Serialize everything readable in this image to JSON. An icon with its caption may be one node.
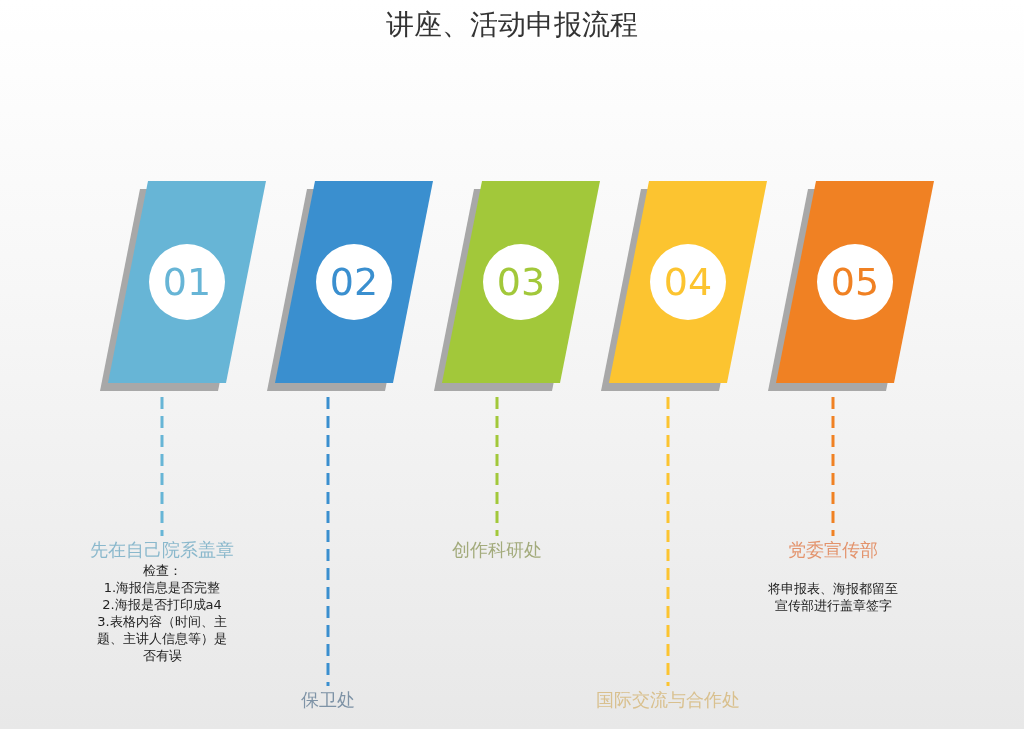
{
  "diagram": {
    "title": "讲座、活动申报流程",
    "nodes": [
      {
        "text": [
          "01"
        ]
      },
      {
        "text": [
          "02"
        ]
      },
      {
        "text": [
          "03"
        ]
      },
      {
        "text": [
          "04"
        ]
      },
      {
        "text": [
          "05"
        ]
      },
      {
        "text": [
          "先在自己院系盖章"
        ],
        "beside": [
          "检查：",
          "1.海报信息是否完整",
          "2.海报是否打印成a4",
          "3.表格内容（时间、主题、主讲人信息等）是否有误"
        ]
      },
      {
        "text": [
          "保卫处"
        ]
      },
      {
        "text": [
          "创作科研处"
        ]
      },
      {
        "text": [
          "国际交流与合作处"
        ]
      },
      {
        "text": [
          "党委宣传部"
        ],
        "beside": [
          "将申报表、海报都留至宣传部进行盖章签字"
        ]
      }
    ],
    "edges": [
      {
        "from": 0,
        "to": 5,
        "arrow": "none",
        "style": "dashed",
        "color": "#67b5d6"
      },
      {
        "from": 1,
        "to": 6,
        "arrow": "none",
        "style": "dashed",
        "color": "#3a8fcf"
      },
      {
        "from": 2,
        "to": 7,
        "arrow": "none",
        "style": "dashed",
        "color": "#a2c83a"
      },
      {
        "from": 3,
        "to": 8,
        "arrow": "none",
        "style": "dashed",
        "color": "#fcc430"
      },
      {
        "from": 4,
        "to": 9,
        "arrow": "none",
        "style": "dashed",
        "color": "#f08123"
      }
    ]
  }
}
